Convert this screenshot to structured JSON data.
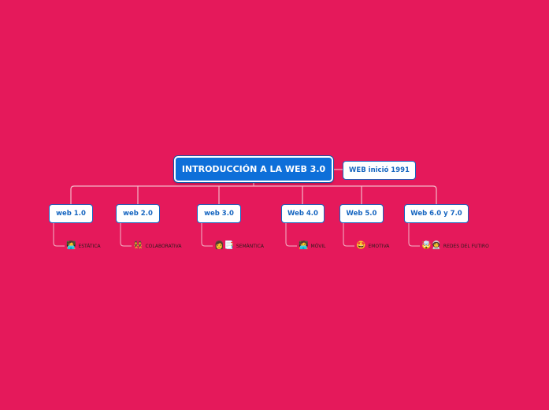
{
  "map": {
    "central": "INTRODUCCIÓN A LA WEB 3.0",
    "floating": "WEB inició 1991",
    "branches": [
      {
        "label": "web 1.0",
        "sub": "ESTÁTICA",
        "emoji": "👩‍💻"
      },
      {
        "label": "web 2.0",
        "sub": "COLABORATIVA",
        "emoji": "👯"
      },
      {
        "label": "web 3.0",
        "sub": "SEMÁNTICA",
        "emoji": "👩📑"
      },
      {
        "label": "Web 4.0",
        "sub": "MÓVIL",
        "emoji": "🧑‍💻"
      },
      {
        "label": "Web 5.0",
        "sub": "EMOTIVA",
        "emoji": "🤩"
      },
      {
        "label": "Web 6.0 y 7.0",
        "sub": "REDES DEL FUTIRO",
        "emoji": "🤯🧑‍🚀"
      }
    ]
  },
  "colors": {
    "background": "#e5195b",
    "central_fill": "#0e6fd9",
    "node_border": "#1565c0",
    "connector": "#f3b8c8"
  }
}
